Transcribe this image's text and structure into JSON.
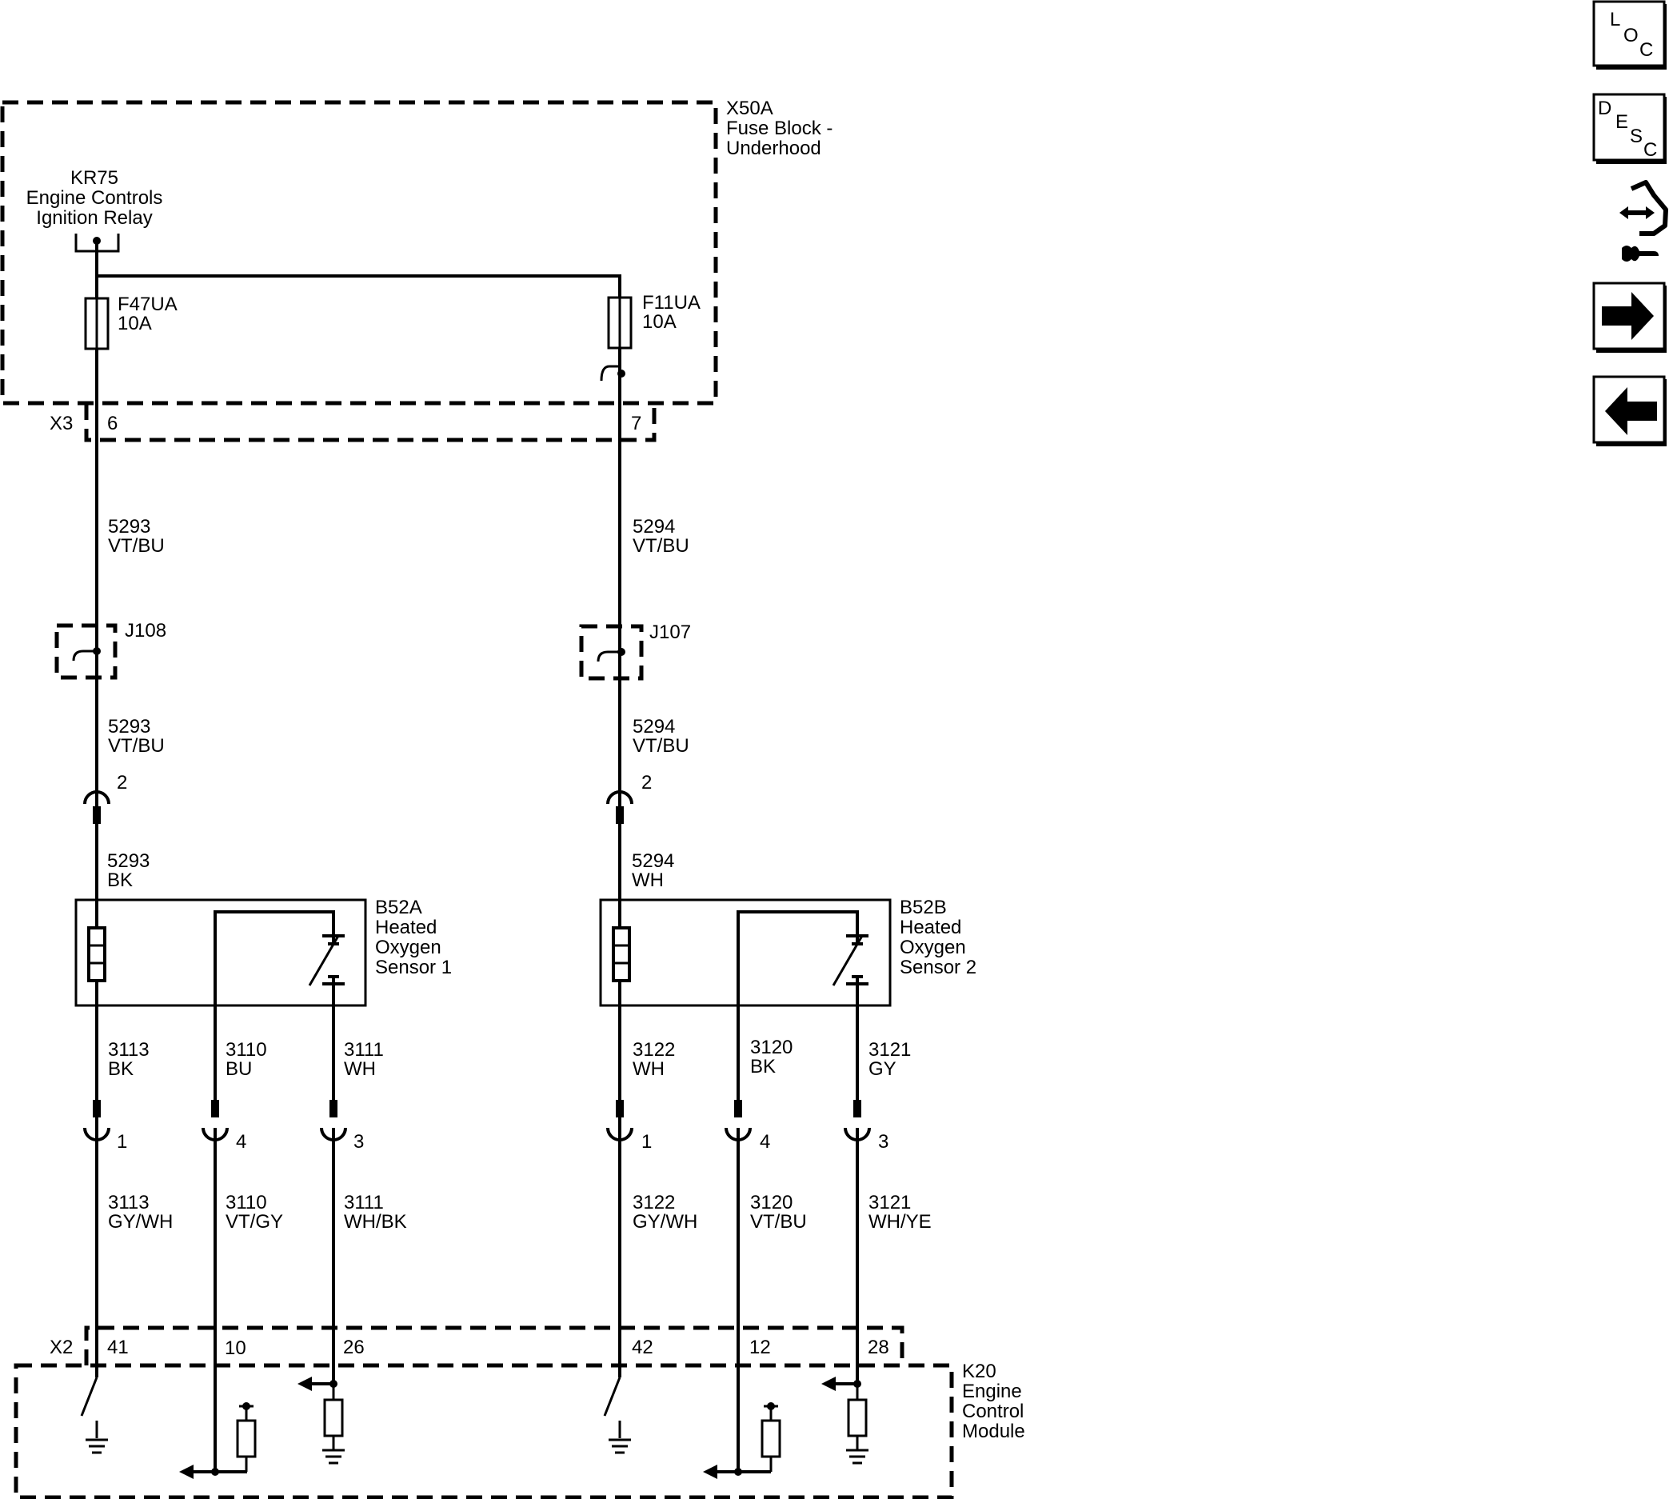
{
  "fuse_block": {
    "id": "X50A",
    "line1": "Fuse Block -",
    "line2": "Underhood"
  },
  "relay": {
    "id": "KR75",
    "line1": "Engine Controls",
    "line2": "Ignition Relay"
  },
  "fuses": [
    {
      "id": "F47UA",
      "rating": "10A"
    },
    {
      "id": "F11UA",
      "rating": "10A"
    }
  ],
  "x3": {
    "connector": "X3",
    "pin_a": "6",
    "pin_b": "7"
  },
  "circuits_top": [
    {
      "num": "5293",
      "color": "VT/BU"
    },
    {
      "num": "5294",
      "color": "VT/BU"
    }
  ],
  "splices": [
    {
      "id": "J108"
    },
    {
      "id": "J107"
    }
  ],
  "circuits_mid": [
    {
      "num": "5293",
      "color": "VT/BU"
    },
    {
      "num": "5294",
      "color": "VT/BU"
    }
  ],
  "sensor_power_pins": [
    "2",
    "2"
  ],
  "circuits_sensor_power": [
    {
      "num": "5293",
      "color": "BK"
    },
    {
      "num": "5294",
      "color": "WH"
    }
  ],
  "sensors": [
    {
      "id": "B52A",
      "line1": "Heated",
      "line2": "Oxygen",
      "line3": "Sensor 1"
    },
    {
      "id": "B52B",
      "line1": "Heated",
      "line2": "Oxygen",
      "line3": "Sensor 2"
    }
  ],
  "pigtail_circuits": [
    {
      "num": "3113",
      "color": "BK"
    },
    {
      "num": "3110",
      "color": "BU"
    },
    {
      "num": "3111",
      "color": "WH"
    },
    {
      "num": "3122",
      "color": "WH"
    },
    {
      "num": "3120",
      "color": "BK"
    },
    {
      "num": "3121",
      "color": "GY"
    }
  ],
  "inline_pins": [
    "1",
    "4",
    "3",
    "1",
    "4",
    "3"
  ],
  "harness_circuits": [
    {
      "num": "3113",
      "color": "GY/WH"
    },
    {
      "num": "3110",
      "color": "VT/GY"
    },
    {
      "num": "3111",
      "color": "WH/BK"
    },
    {
      "num": "3122",
      "color": "GY/WH"
    },
    {
      "num": "3120",
      "color": "VT/BU"
    },
    {
      "num": "3121",
      "color": "WH/YE"
    }
  ],
  "x2": {
    "connector": "X2",
    "pins": [
      "41",
      "10",
      "26",
      "42",
      "12",
      "28"
    ]
  },
  "ecm": {
    "id": "K20",
    "line1": "Engine",
    "line2": "Control",
    "line3": "Module"
  },
  "nav": {
    "loc": [
      "L",
      "O",
      "C"
    ],
    "desc": [
      "D",
      "E",
      "S",
      "C"
    ],
    "buttons": [
      "loc-button",
      "desc-button",
      "connector-repair-button",
      "next-button",
      "previous-button"
    ]
  }
}
